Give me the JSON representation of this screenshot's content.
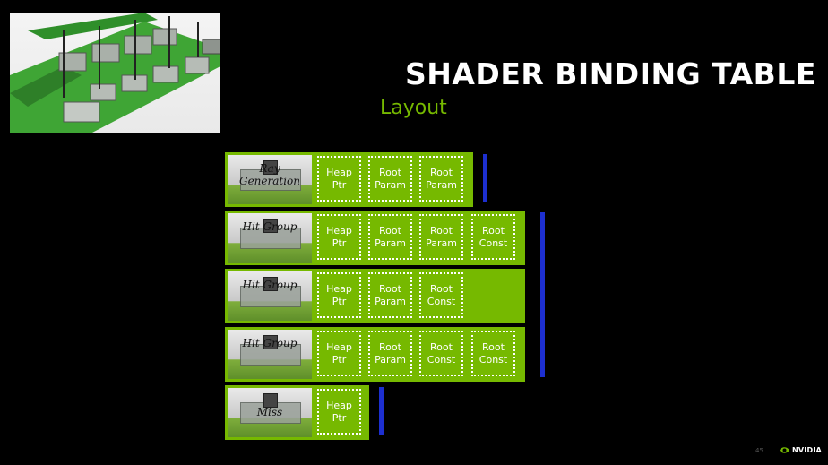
{
  "slide": {
    "title": "SHADER BINDING TABLE",
    "subtitle": "Layout",
    "page_number": "45",
    "logo_text": "NVIDIA"
  },
  "colors": {
    "background": "#000000",
    "accent_green": "#76b900",
    "bar_blue": "#1d2fd0",
    "text_white": "#ffffff"
  },
  "rows": [
    {
      "shader_label": "Ray Generation",
      "cells": [
        {
          "line1": "Heap",
          "line2": "Ptr"
        },
        {
          "line1": "Root",
          "line2": "Param"
        },
        {
          "line1": "Root",
          "line2": "Param"
        }
      ]
    },
    {
      "shader_label": "Hit Group",
      "cells": [
        {
          "line1": "Heap",
          "line2": "Ptr"
        },
        {
          "line1": "Root",
          "line2": "Param"
        },
        {
          "line1": "Root",
          "line2": "Param"
        },
        {
          "line1": "Root",
          "line2": "Const"
        }
      ]
    },
    {
      "shader_label": "Hit Group",
      "cells": [
        {
          "line1": "Heap",
          "line2": "Ptr"
        },
        {
          "line1": "Root",
          "line2": "Param"
        },
        {
          "line1": "Root",
          "line2": "Const"
        }
      ]
    },
    {
      "shader_label": "Hit Group",
      "cells": [
        {
          "line1": "Heap",
          "line2": "Ptr"
        },
        {
          "line1": "Root",
          "line2": "Param"
        },
        {
          "line1": "Root",
          "line2": "Const"
        },
        {
          "line1": "Root",
          "line2": "Const"
        }
      ]
    },
    {
      "shader_label": "Miss",
      "cells": [
        {
          "line1": "Heap",
          "line2": "Ptr"
        }
      ]
    }
  ]
}
